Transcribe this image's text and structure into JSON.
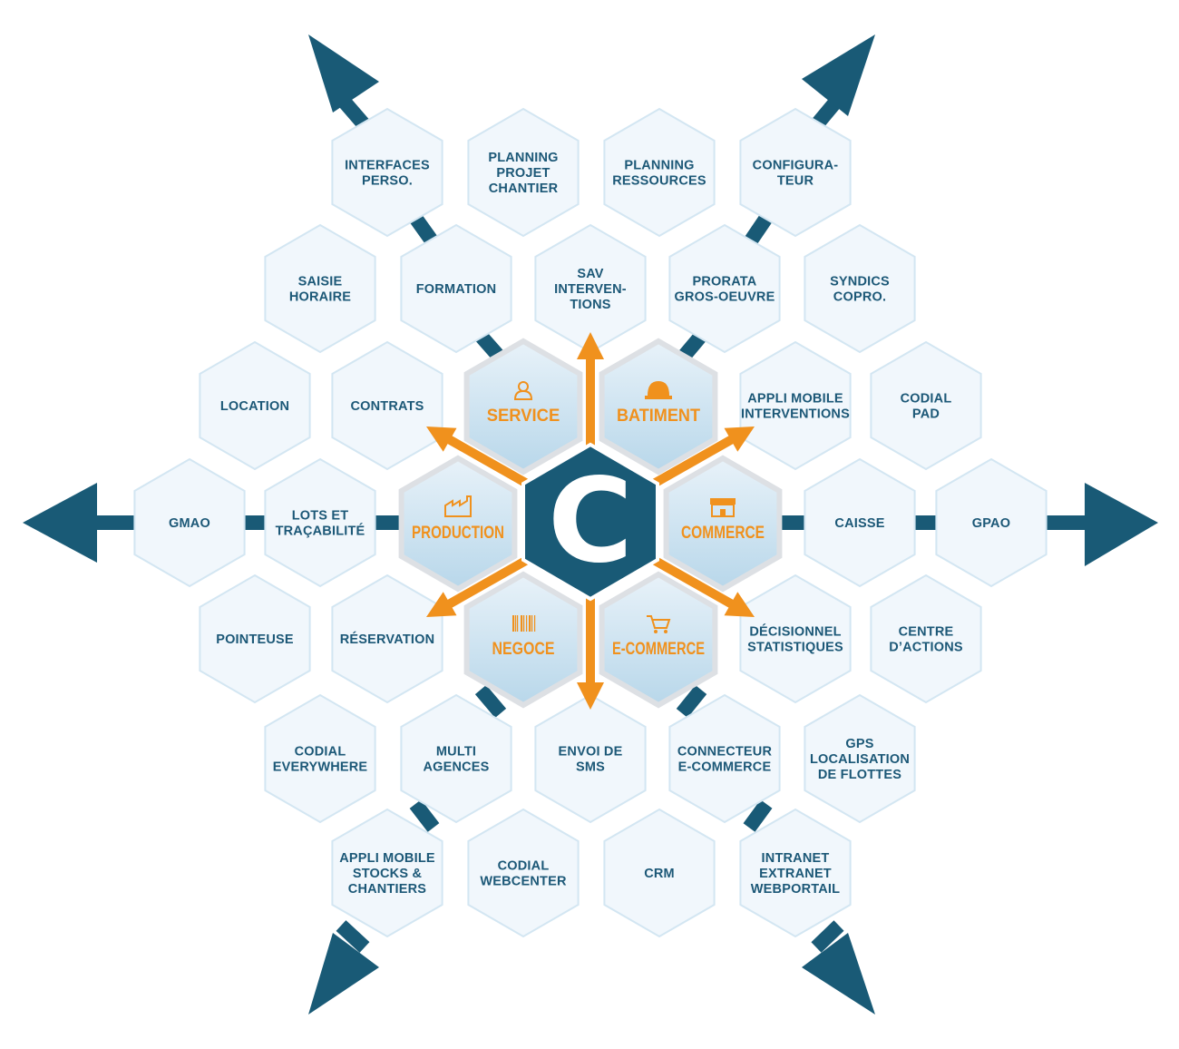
{
  "center": {
    "letter": "C"
  },
  "modules": [
    {
      "id": "service",
      "label": "SERVICE",
      "icon": "person-icon"
    },
    {
      "id": "batiment",
      "label": "BATIMENT",
      "icon": "hard-hat-icon"
    },
    {
      "id": "commerce",
      "label": "COMMERCE",
      "icon": "shop-icon"
    },
    {
      "id": "e-commerce",
      "label": "E-COMMERCE",
      "icon": "cart-icon"
    },
    {
      "id": "negoce",
      "label": "NEGOCE",
      "icon": "barcode-icon"
    },
    {
      "id": "production",
      "label": "PRODUCTION",
      "icon": "factory-icon"
    }
  ],
  "features": [
    {
      "id": "interfaces-perso",
      "lines": [
        "INTERFACES",
        "PERSO."
      ]
    },
    {
      "id": "planning-projet-chantier",
      "lines": [
        "PLANNING",
        "PROJET",
        "CHANTIER"
      ]
    },
    {
      "id": "planning-ressources",
      "lines": [
        "PLANNING",
        "RESSOURCES"
      ]
    },
    {
      "id": "configurateur",
      "lines": [
        "CONFIGURA-",
        "TEUR"
      ]
    },
    {
      "id": "saisie-horaire",
      "lines": [
        "SAISIE",
        "HORAIRE"
      ]
    },
    {
      "id": "formation",
      "lines": [
        "FORMATION"
      ]
    },
    {
      "id": "sav-interventions",
      "lines": [
        "SAV",
        "INTERVEN-",
        "TIONS"
      ]
    },
    {
      "id": "prorata-gros-oeuvre",
      "lines": [
        "PRORATA",
        "GROS-OEUVRE"
      ]
    },
    {
      "id": "syndics-copro",
      "lines": [
        "SYNDICS",
        "COPRO."
      ]
    },
    {
      "id": "location",
      "lines": [
        "LOCATION"
      ]
    },
    {
      "id": "contrats",
      "lines": [
        "CONTRATS"
      ]
    },
    {
      "id": "appli-mobile-interventions",
      "lines": [
        "APPLI MOBILE",
        "INTERVENTIONS"
      ]
    },
    {
      "id": "codial-pad",
      "lines": [
        "CODIAL",
        "PAD"
      ]
    },
    {
      "id": "gmao",
      "lines": [
        "GMAO"
      ]
    },
    {
      "id": "lots-tracabilite",
      "lines": [
        "LOTS ET",
        "TRAÇABILITÉ"
      ]
    },
    {
      "id": "caisse",
      "lines": [
        "CAISSE"
      ]
    },
    {
      "id": "gpao",
      "lines": [
        "GPAO"
      ]
    },
    {
      "id": "pointeuse",
      "lines": [
        "POINTEUSE"
      ]
    },
    {
      "id": "reservation",
      "lines": [
        "RÉSERVATION"
      ]
    },
    {
      "id": "decisionnel-statistiques",
      "lines": [
        "DÉCISIONNEL",
        "STATISTIQUES"
      ]
    },
    {
      "id": "centre-actions",
      "lines": [
        "CENTRE",
        "D’ACTIONS"
      ]
    },
    {
      "id": "codial-everywhere",
      "lines": [
        "CODIAL",
        "EVERYWHERE"
      ]
    },
    {
      "id": "multi-agences",
      "lines": [
        "MULTI",
        "AGENCES"
      ]
    },
    {
      "id": "envoi-sms",
      "lines": [
        "ENVOI DE",
        "SMS"
      ]
    },
    {
      "id": "connecteur-e-commerce",
      "lines": [
        "CONNECTEUR",
        "E-COMMERCE"
      ]
    },
    {
      "id": "gps-localisation",
      "lines": [
        "GPS",
        "LOCALISATION",
        "DE FLOTTES"
      ]
    },
    {
      "id": "appli-mobile-stocks",
      "lines": [
        "APPLI MOBILE",
        "STOCKS &",
        "CHANTIERS"
      ]
    },
    {
      "id": "codial-webcenter",
      "lines": [
        "CODIAL",
        "WEBCENTER"
      ]
    },
    {
      "id": "crm",
      "lines": [
        "CRM"
      ]
    },
    {
      "id": "intranet-extranet",
      "lines": [
        "INTRANET",
        "EXTRANET",
        "WEBPORTAIL"
      ]
    }
  ],
  "colors": {
    "primary": "#195a76",
    "accent": "#f0911d",
    "outer_fill": "#f1f7fc",
    "outer_stroke": "#d3e6f2",
    "inner_fill_top": "#e8f2f9",
    "inner_fill_bottom": "#b8d7ea"
  }
}
